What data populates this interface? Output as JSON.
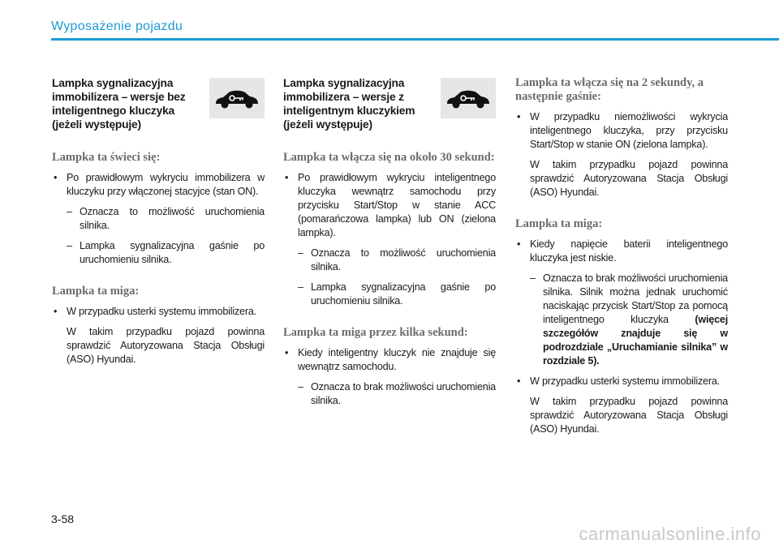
{
  "header": {
    "title": "Wyposażenie pojazdu"
  },
  "col1": {
    "title": "Lampka sygnalizacyjna immobilizera – wersje bez inteligentnego kluczyka (jeżeli występuje)",
    "icon": "car-key-icon",
    "h1": "Lampka ta świeci się:",
    "b1": "Po prawidłowym wykryciu immobilizera w kluczyku przy włączonej stacyjce (stan ON).",
    "d1": "Oznacza to możliwość uruchomienia silnika.",
    "d2": "Lampka sygnalizacyjna gaśnie po uruchomieniu silnika.",
    "h2": "Lampka ta miga:",
    "b2": "W przypadku usterki systemu immobilizera.",
    "p2": "W takim przypadku pojazd powinna sprawdzić Autoryzowana Stacja Obsługi (ASO) Hyundai."
  },
  "col2": {
    "title": "Lampka sygnalizacyjna immobilizera – wersje z inteligentnym kluczykiem (jeżeli występuje)",
    "icon": "car-key-icon",
    "h1": "Lampka ta włącza się na około 30 sekund:",
    "b1": "Po prawidłowym wykryciu inteligentnego kluczyka wewnątrz samochodu przy przycisku Start/Stop w stanie ACC (pomarańczowa lampka) lub ON (zielona lampka).",
    "d1": "Oznacza to możliwość uruchomienia silnika.",
    "d2": "Lampka sygnalizacyjna gaśnie po uruchomieniu silnika.",
    "h2": "Lampka ta miga przez kilka sekund:",
    "b2": "Kiedy inteligentny kluczyk nie znajduje się wewnątrz samochodu.",
    "d3": "Oznacza to brak możliwości uruchomienia silnika."
  },
  "col3": {
    "h1": "Lampka ta włącza się na 2 sekundy, a następnie gaśnie:",
    "b1": "W przypadku niemożliwości wykrycia inteligentnego kluczyka, przy przycisku Start/Stop w stanie ON (zielona lampka).",
    "p1": "W takim przypadku pojazd powinna sprawdzić Autoryzowana Stacja Obsługi (ASO) Hyundai.",
    "h2": "Lampka ta miga:",
    "b2": "Kiedy napięcie baterii inteligentnego kluczyka jest niskie.",
    "d1": "Oznacza to brak możliwości uruchomienia silnika. Silnik można jednak uruchomić naciskając przycisk Start/Stop za pomocą inteligentnego kluczyka",
    "d1_bold": "(więcej szczegółów znajduje się w podrozdziale „Uruchamianie silnika” w rozdziale 5).",
    "b3": "W przypadku usterki systemu immobilizera.",
    "p3": "W takim przypadku pojazd powinna sprawdzić Autoryzowana Stacja Obsługi (ASO) Hyundai."
  },
  "footer": {
    "page_number": "3-58",
    "watermark": "carmanualsonline.info"
  }
}
